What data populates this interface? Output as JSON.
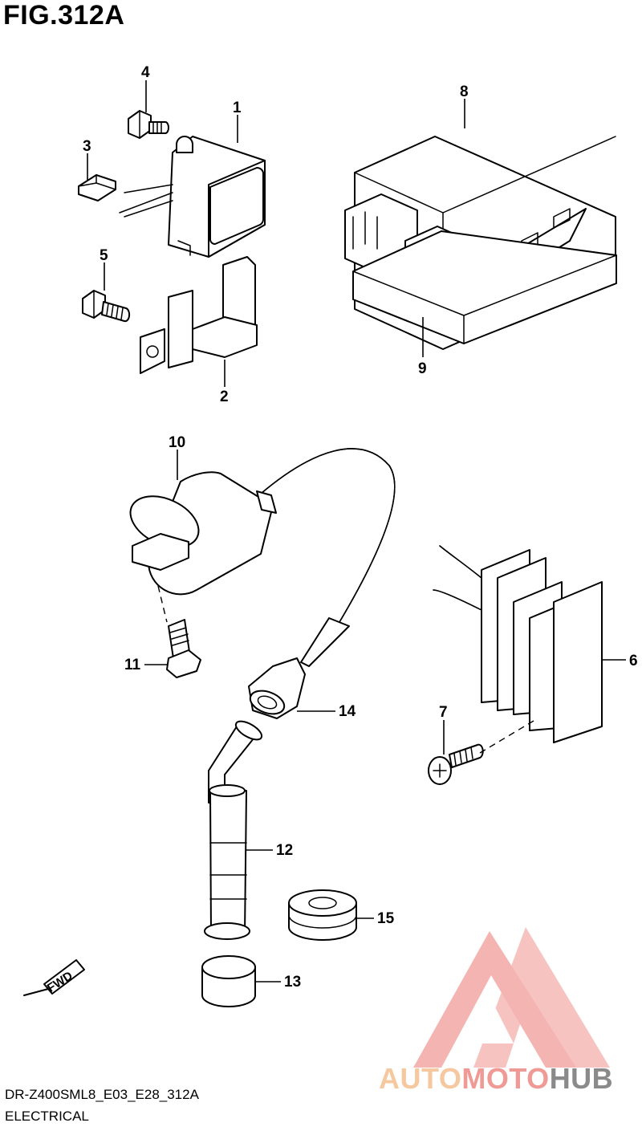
{
  "figure": {
    "title": "FIG.312A"
  },
  "callouts": [
    {
      "id": "c1",
      "text": "1"
    },
    {
      "id": "c2",
      "text": "2"
    },
    {
      "id": "c3",
      "text": "3"
    },
    {
      "id": "c4",
      "text": "4"
    },
    {
      "id": "c5",
      "text": "5"
    },
    {
      "id": "c6",
      "text": "6"
    },
    {
      "id": "c7",
      "text": "7"
    },
    {
      "id": "c8",
      "text": "8"
    },
    {
      "id": "c9",
      "text": "9"
    },
    {
      "id": "c10",
      "text": "10"
    },
    {
      "id": "c11",
      "text": "11"
    },
    {
      "id": "c12",
      "text": "12"
    },
    {
      "id": "c13",
      "text": "13"
    },
    {
      "id": "c14",
      "text": "14"
    },
    {
      "id": "c15",
      "text": "15"
    }
  ],
  "fwd_label": "FWD",
  "footer": {
    "code": "DR-Z400SML8_E03_E28_312A",
    "section": "ELECTRICAL"
  },
  "watermark": {
    "part1": "AUTO",
    "part2": "MOTO",
    "part3": "HUB",
    "colors": {
      "logo": "#f3a7a4",
      "auto": "#f6c8a0",
      "moto": "#f09a96",
      "hub": "#8a8a8a"
    }
  }
}
